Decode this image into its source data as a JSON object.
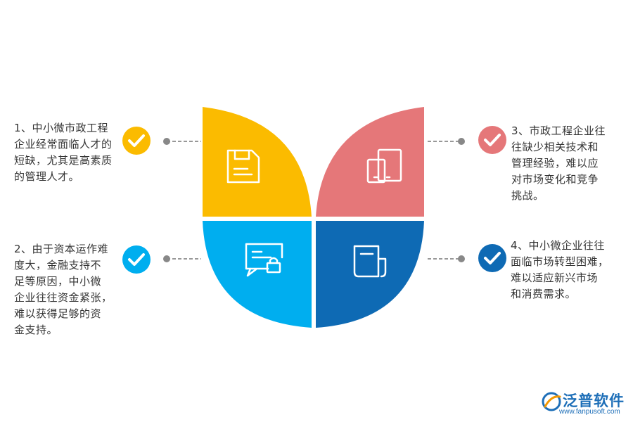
{
  "items": [
    {
      "lines": [
        "1、中小微市政工程",
        "企业经常面临人才的",
        "短缺，尤其是高素质",
        "的管理人才。"
      ],
      "color": "#fbbb00",
      "icon": "floppy-icon",
      "checked": true
    },
    {
      "lines": [
        "2、由于资本运作难",
        "度大，金融支持不",
        "足等原因，中小微",
        "企业往往资金紧张，",
        "难以获得足够的资",
        "金支持。"
      ],
      "color": "#00aeef",
      "icon": "message-lock-icon",
      "checked": true
    },
    {
      "lines": [
        "3、市政工程企业往",
        "往缺少相关技术和",
        "管理经验，难以应",
        "对市场变化和竞争",
        "挑战。"
      ],
      "color": "#e57779",
      "icon": "devices-icon",
      "checked": true
    },
    {
      "lines": [
        "4、中小微企业往往",
        "面临市场转型困难，",
        "难以适应新兴市场",
        "和消费需求。"
      ],
      "color": "#0e6ab4",
      "icon": "document-icon",
      "checked": true
    }
  ],
  "logo": {
    "name": "泛普软件",
    "url": "www.fanpusoft.com",
    "color": "#1e6fb8"
  }
}
